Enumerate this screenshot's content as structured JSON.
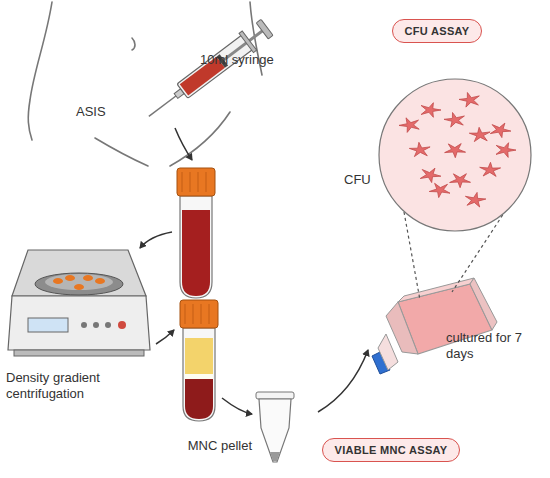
{
  "diagram": {
    "nodes": [
      {
        "text": [
          "CFU ASSAY"
        ]
      },
      {
        "text": [
          "VIABLE MNC ASSAY"
        ]
      }
    ],
    "labels": [
      "ASIS",
      "10ml syringe",
      "Density gradient centrifugation",
      "MNC pellet",
      "cultured for 7 days",
      "CFU"
    ]
  }
}
